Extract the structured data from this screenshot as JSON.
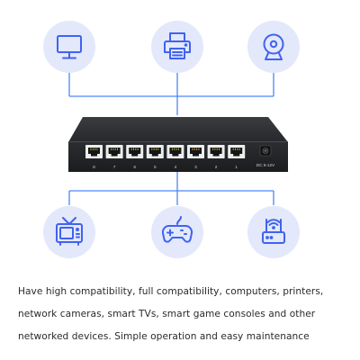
{
  "connected_devices_top": [
    {
      "icon": "monitor-icon"
    },
    {
      "icon": "printer-icon"
    },
    {
      "icon": "webcam-icon"
    }
  ],
  "connected_devices_bottom": [
    {
      "icon": "tv-icon"
    },
    {
      "icon": "gamepad-icon"
    },
    {
      "icon": "router-icon"
    }
  ],
  "switch": {
    "port_numbers": [
      "8",
      "7",
      "6",
      "5",
      "4",
      "3",
      "2",
      "1"
    ],
    "power_label": "DC 5-12V"
  },
  "colors": {
    "circle_fill": "#e3e8fb",
    "icon_blue": "#3f63f0",
    "line_blue": "#4d86f5",
    "switch_body": "#2b2d30"
  },
  "description": {
    "line1": "Have high compatibility, full compatibility, computers, printers,",
    "line2": "network cameras, smart TVs, smart game consoles and other",
    "line3": "networked devices. Simple operation and easy maintenance"
  }
}
